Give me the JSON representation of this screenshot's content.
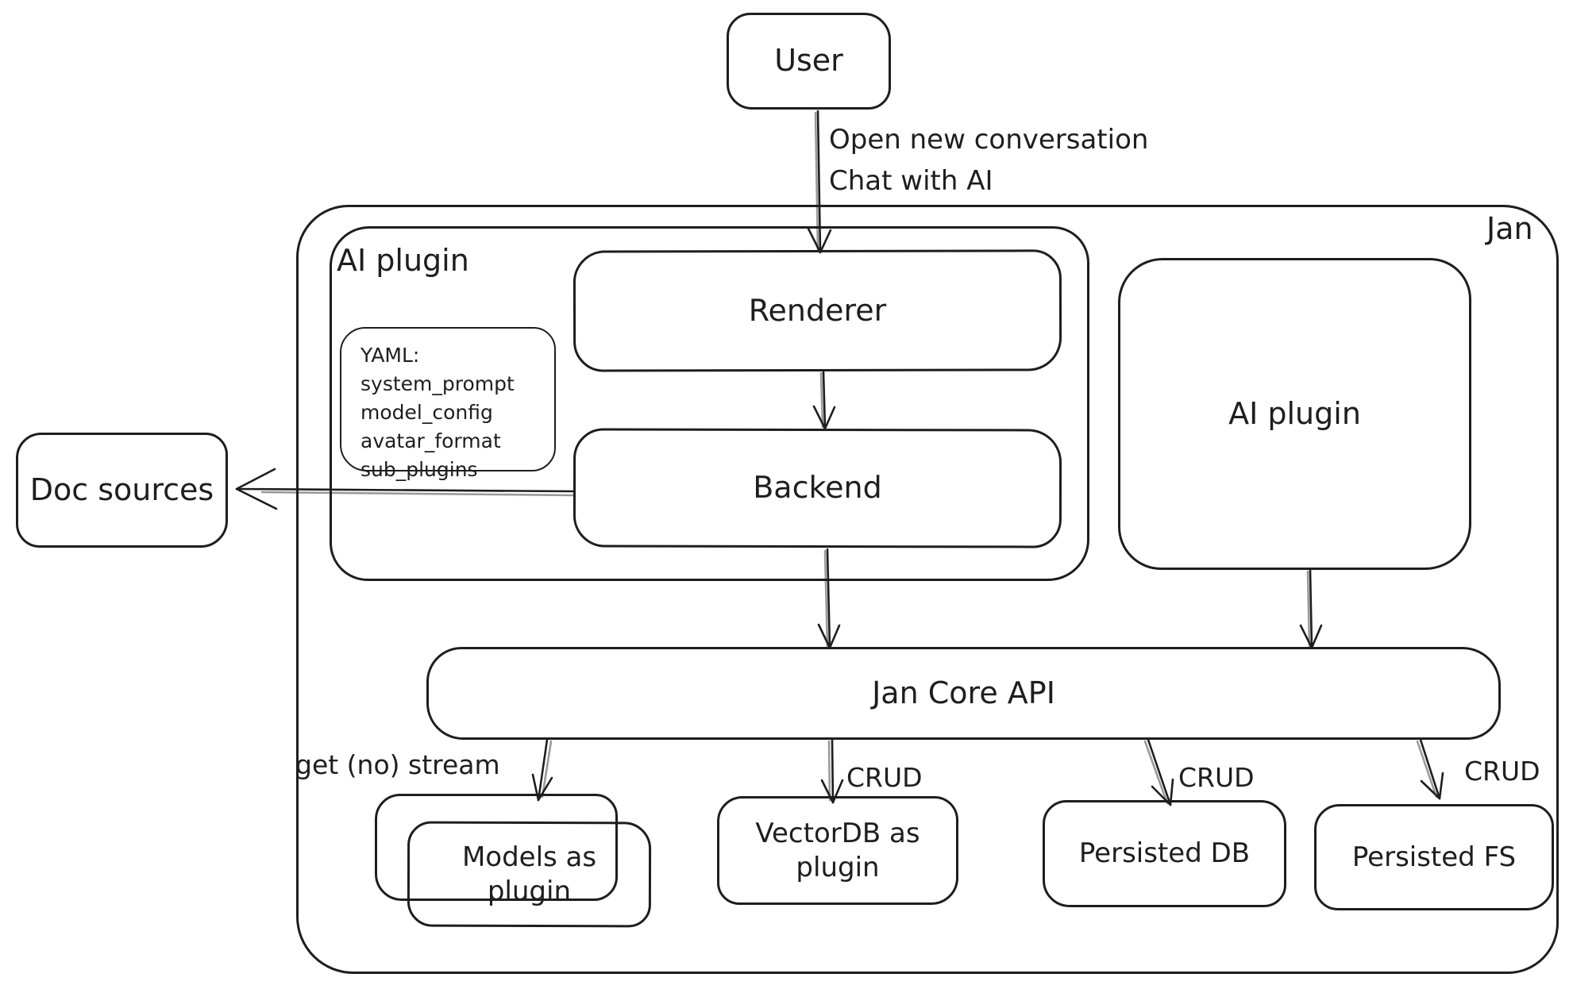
{
  "canvas": {
    "background": "#ffffff",
    "stroke_color": "#1e1e1e"
  },
  "nodes": {
    "user": {
      "label": "User"
    },
    "jan_container": {
      "label": "Jan"
    },
    "ai_plugin_group": {
      "label": "AI plugin"
    },
    "renderer": {
      "label": "Renderer"
    },
    "backend": {
      "label": "Backend"
    },
    "yaml_note": {
      "lines": [
        "YAML:",
        "system_prompt",
        "model_config",
        "avatar_format",
        "sub_plugins"
      ]
    },
    "doc_sources": {
      "label": "Doc sources"
    },
    "ai_plugin_right": {
      "label": "AI plugin"
    },
    "jan_core_api": {
      "label": "Jan Core API"
    },
    "models_as_plugin": {
      "label": "Models as plugin"
    },
    "vectordb_as_plugin": {
      "label": "VectorDB as plugin"
    },
    "persisted_db": {
      "label": "Persisted DB"
    },
    "persisted_fs": {
      "label": "Persisted FS"
    }
  },
  "edge_labels": {
    "user_to_jan": [
      "Open new conversation",
      "Chat with AI"
    ],
    "core_to_models": "get (no) stream",
    "core_to_vectordb": "CRUD",
    "core_to_persisted_db": "CRUD",
    "core_to_persisted_fs": "CRUD"
  }
}
